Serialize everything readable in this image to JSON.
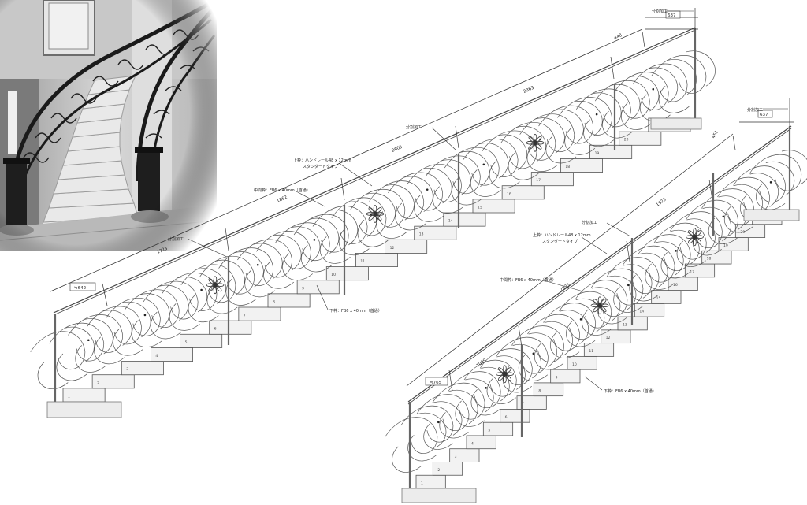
{
  "stair_a": {
    "step_numbers": [
      "1",
      "2",
      "3",
      "4",
      "5",
      "6",
      "7",
      "8",
      "9",
      "10",
      "11",
      "12",
      "13",
      "14",
      "15",
      "16",
      "17",
      "18",
      "19",
      "20",
      "21"
    ],
    "dimensions": [
      "≒642",
      "1723",
      "1862",
      "2605",
      "2363",
      "448",
      "637"
    ],
    "labels": {
      "top_rail": "上枠：ハンドレール48 x 12mm",
      "top_rail_2": "スタンダードタイプ",
      "mid_post": "中間枠：FB6 x 40mm（首通）",
      "bottom_rail": "下枠：FB6 x 40mm（首通）",
      "split_1": "分割加工",
      "split_2": "分割加工",
      "split_3": "分割加工"
    }
  },
  "stair_b": {
    "step_numbers": [
      "1",
      "2",
      "3",
      "4",
      "5",
      "6",
      "7",
      "8",
      "9",
      "10",
      "11",
      "12",
      "13",
      "14",
      "15",
      "16",
      "17",
      "18",
      "19",
      "20",
      "21"
    ],
    "dimensions": [
      "≒765",
      "1009",
      "2025",
      "1523",
      "451",
      "637"
    ],
    "labels": {
      "top_rail": "上枠：ハンドレール48 x 12mm",
      "top_rail_2": "スタンダードタイプ",
      "mid_post": "中間枠：FB6 x 40mm（首通）",
      "bottom_rail": "下枠：FB6 x 40mm（首通）",
      "split_1": "分割加工",
      "split_2": "分割加工"
    }
  }
}
